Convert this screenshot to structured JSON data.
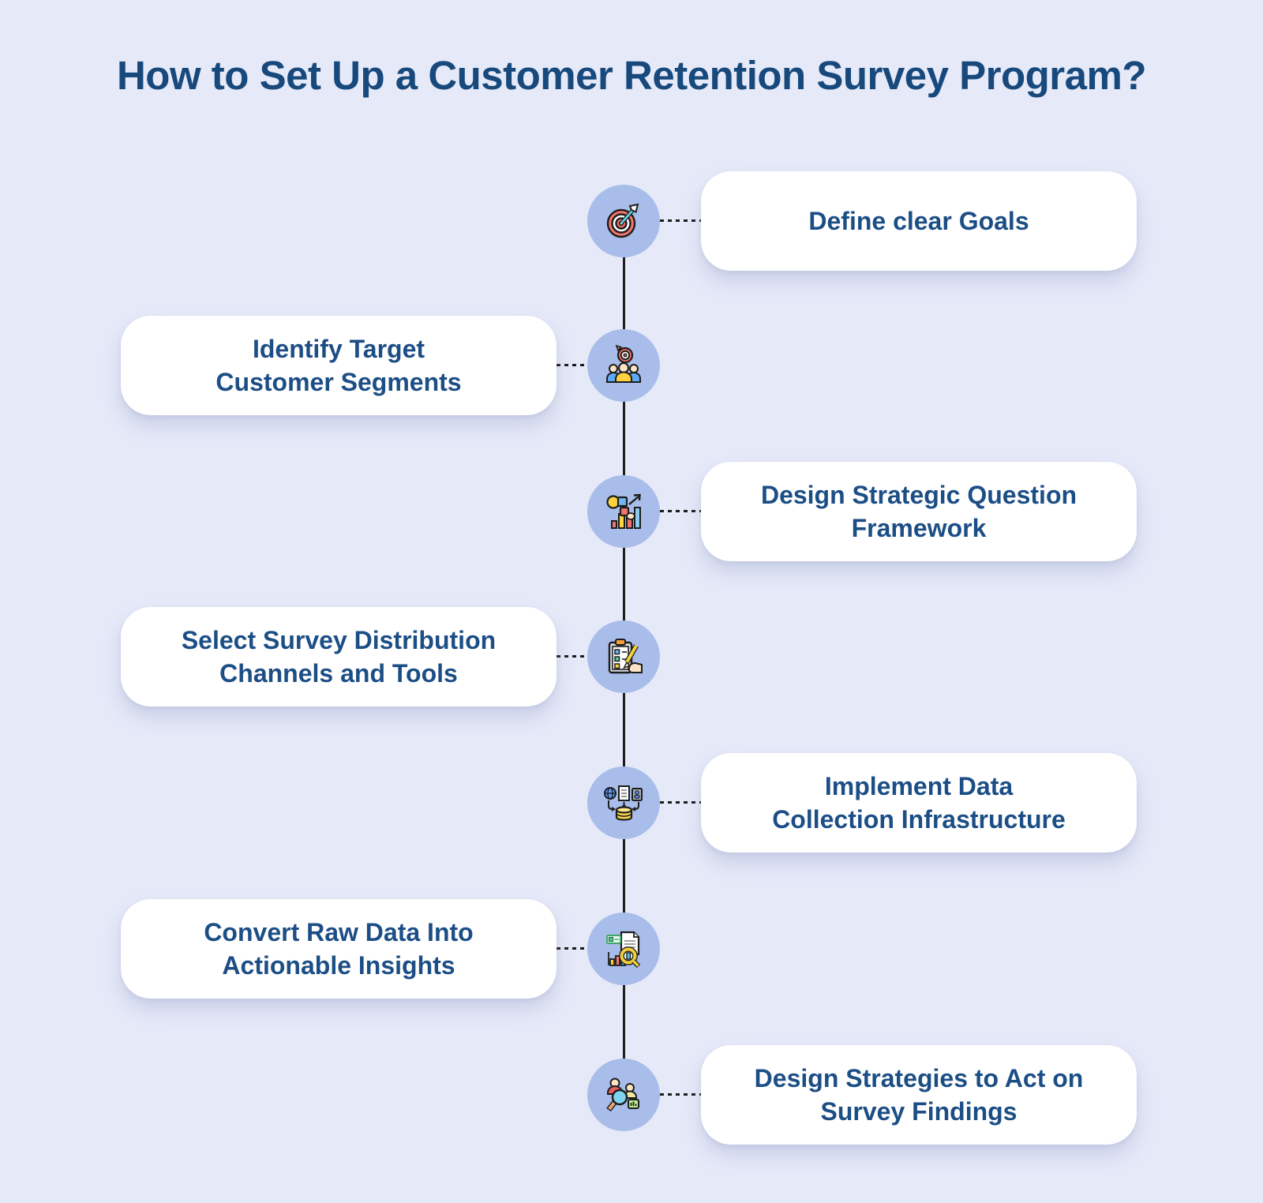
{
  "page": {
    "title": "How to Set Up a Customer Retention Survey Program?",
    "colors": {
      "background": "#e6e9f8",
      "card": "#ffffff",
      "node_circle": "#a8bde9",
      "title_text": "#17497c",
      "card_text": "#1c4e86",
      "timeline_line": "#1c1c1c"
    }
  },
  "steps": [
    {
      "id": 1,
      "side": "right",
      "icon": "target-dart-icon",
      "lines": [
        "Define clear Goals"
      ]
    },
    {
      "id": 2,
      "side": "left",
      "icon": "target-audience-icon",
      "lines": [
        "Identify Target",
        "Customer Segments"
      ]
    },
    {
      "id": 3,
      "side": "right",
      "icon": "strategy-framework-icon",
      "lines": [
        "Design Strategic Question",
        "Framework"
      ]
    },
    {
      "id": 4,
      "side": "left",
      "icon": "survey-checklist-icon",
      "lines": [
        "Select Survey Distribution",
        "Channels and Tools"
      ]
    },
    {
      "id": 5,
      "side": "right",
      "icon": "data-collection-icon",
      "lines": [
        "Implement Data",
        "Collection Infrastructure"
      ]
    },
    {
      "id": 6,
      "side": "left",
      "icon": "data-insights-icon",
      "lines": [
        "Convert Raw Data Into",
        "Actionable Insights"
      ]
    },
    {
      "id": 7,
      "side": "right",
      "icon": "survey-findings-icon",
      "lines": [
        "Design Strategies to Act on",
        "Survey Findings"
      ]
    }
  ]
}
